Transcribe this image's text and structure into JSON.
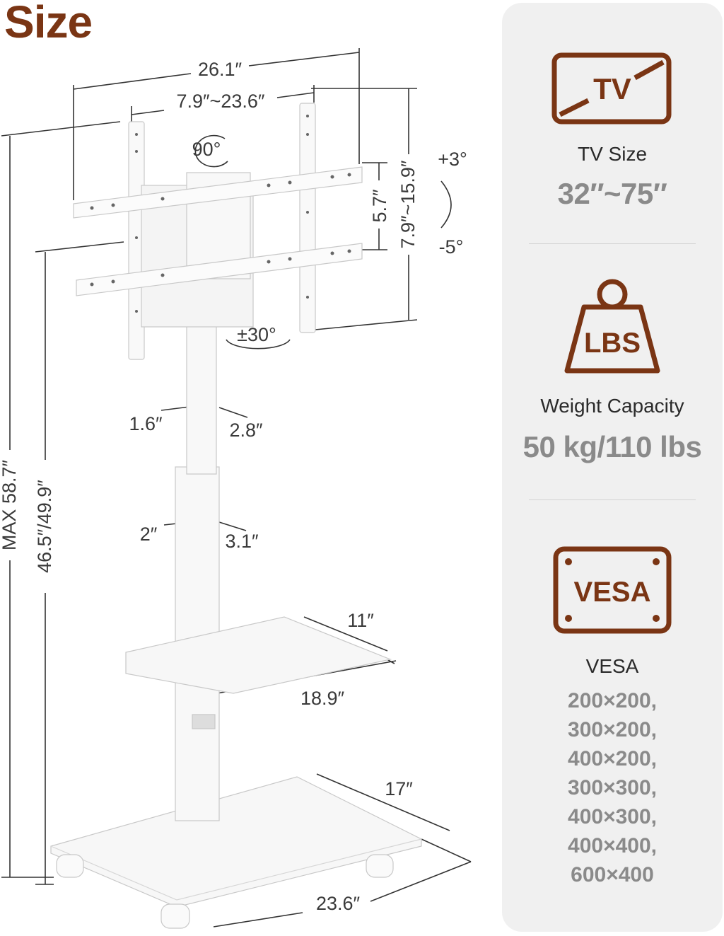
{
  "title": "Size",
  "dimensions": {
    "total_width": "26.1″",
    "vesa_horizontal": "7.9″~23.6″",
    "vesa_vertical": "7.9″~15.9″",
    "mount_height": "5.7″",
    "rotation": "90°",
    "tilt_up": "+3°",
    "tilt_down": "-5°",
    "swivel": "±30°",
    "column_upper_a": "1.6″",
    "column_upper_b": "2.8″",
    "column_lower_a": "2″",
    "column_lower_b": "3.1″",
    "max_height": "MAX 58.7″",
    "height_range": "46.5″/49.9″",
    "shelf_depth": "11″",
    "shelf_width": "18.9″",
    "base_depth": "17″",
    "base_width": "23.6″"
  },
  "specs": {
    "tv": {
      "icon_text": "TV",
      "label": "TV Size",
      "value": "32″~75″"
    },
    "weight": {
      "icon_text": "LBS",
      "label": "Weight Capacity",
      "value": "50 kg/110 lbs"
    },
    "vesa": {
      "icon_text": "VESA",
      "label": "VESA",
      "values": [
        "200×200,",
        "300×200,",
        "400×200,",
        "300×300,",
        "400×300,",
        "400×400,",
        "600×400"
      ]
    }
  },
  "colors": {
    "brand": "#7a3514",
    "muted": "#8a8a8a",
    "panel": "#f0f0f0"
  }
}
